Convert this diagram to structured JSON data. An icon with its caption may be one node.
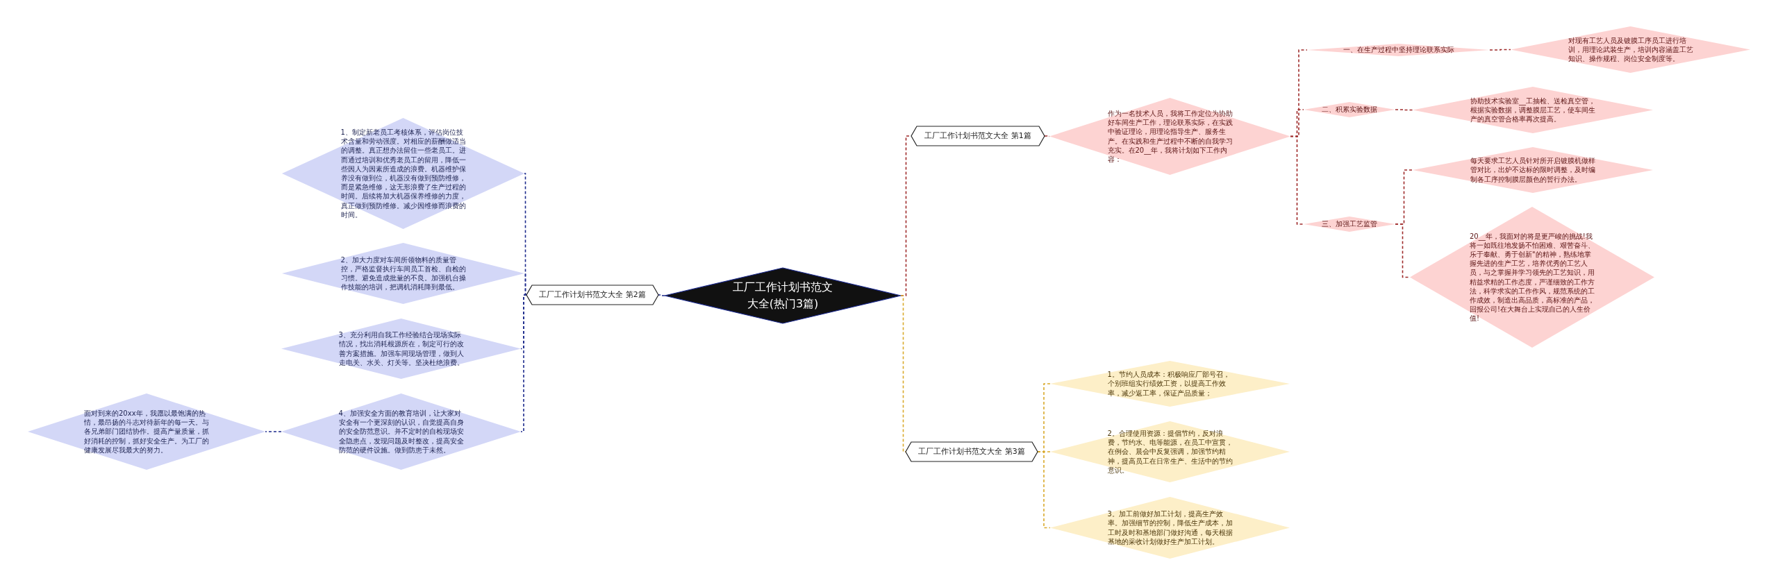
{
  "diagram": {
    "nodes": [
      {
        "text": [
          "工厂工作计划书范文大全(热门3篇)"
        ]
      },
      {
        "text": [
          "工厂工作计划书范文大全 第1篇"
        ]
      },
      {
        "text": [
          "作为一名技术人员，我将工作定位为协助好车间生产工作，理论联系实际，在实践中验证理论，用理论指导生产、服务生产。在实践和生产过程中不断的自我学习充实。在20__年，我将计划如下工作内容："
        ]
      },
      {
        "text": [
          "一、在生产过程中坚持理论联系实际"
        ]
      },
      {
        "text": [
          "对现有工艺人员及镀膜工序员工进行培训，用理论武装生产，培训内容涵盖工艺知识、操作规程、岗位安全制度等。"
        ]
      },
      {
        "text": [
          "二、积累实验数据"
        ]
      },
      {
        "text": [
          "协助技术实验室__工抽检、送检真空管，根据实验数据，调整膜层工艺，使车间生产的真空管合格率再次提高。"
        ]
      },
      {
        "text": [
          "三、加强工艺监管"
        ]
      },
      {
        "text": [
          "每天要求工艺人员针对所开启镀膜机做样管对比，出炉不达标的限时调整，及时编制各工序控制膜层颜色的暂行办法。"
        ]
      },
      {
        "text": [
          "20__年，我面对的将是更严峻的挑战!我将一如既往地发扬不怕困难、艰苦奋斗、乐于奉献、勇于创新\"的精神，熟练地掌握先进的生产工艺，培养优秀的工艺人员，与之掌握并学习领先的工艺知识，用精益求精的工作态度，严谨细致的工作方法，科学求实的工作作风，规范系统的工作成效，制造出高品质，高标准的产品，回报公司!在大舞台上实现自己的人生价值!"
        ]
      },
      {
        "text": [
          "工厂工作计划书范文大全 第2篇"
        ]
      },
      {
        "text": [
          "1、制定新老员工考核体系，评估岗位技术含量和劳动强度。对相应的薪酬做适当的调整。真正想办法留住一些老员工。进而通过培训和优秀老员工的留用，降低一些因人为因素所造成的浪费。机器维护保养没有做到位，机器没有做到预防维修，而是紧急维修，这无形浪费了生产过程的时间。后续将加大机器保养维修的力度，真正做到预防维修。减少因维修而浪费的时间。"
        ]
      },
      {
        "text": [
          "2、加大力度对车间所领物料的质量管控，严格监督执行车间员工首检、自检的习惯。避免造成批量的不良。加强机台操作技能的培训，把调机消耗降到最低。"
        ]
      },
      {
        "text": [
          "3、充分利用自我工作经验结合现场实际情况，找出消耗根源所在，制定可行的改善方案措施。加强车间现场管理，做到人走电关、水关、灯关等。坚决杜绝浪费。"
        ]
      },
      {
        "text": [
          "4、加强安全方面的教育培训，让大家对安全有一个更深刻的认识，自觉提高自身的安全防范意识。并不定时的自检现场安全隐患点，发现问题及时整改，提高安全防范的硬件设施。做到防患于未然。"
        ]
      },
      {
        "text": [
          "面对到来的20xx年，我愿以最饱满的热情，最昂扬的斗志对待新年的每一天。与各兄弟部门团结协作。提高产量质量，抓好消耗的控制，抓好安全生产。为工厂的健康发展尽我最大的努力。"
        ]
      },
      {
        "text": [
          "工厂工作计划书范文大全 第3篇"
        ]
      },
      {
        "text": [
          "1。节约人员成本：积极响应厂部号召，个别班组实行绩效工资，以提高工作效率，减少返工率，保证产品质量；"
        ]
      },
      {
        "text": [
          "2。合理使用资源：提倡节约，反对浪费，节约水、电等能源，在员工中宣贯，在例会、晨会中反复强调，加强节约精神，提高员工在日常生产、生活中的节约意识。"
        ]
      },
      {
        "text": [
          "3。加工前做好加工计划，提高生产效率。加强细节的控制，降低生产成本，加工时及时和基地部门做好沟通，每天根据基地的采收计划做好生产加工计划。"
        ]
      }
    ],
    "edges": [
      {
        "from": 0,
        "to": 1,
        "arrow": "none",
        "style": "dashed"
      },
      {
        "from": 1,
        "to": 2,
        "arrow": "none",
        "style": "dashed"
      },
      {
        "from": 2,
        "to": 3,
        "arrow": "none",
        "style": "dashed"
      },
      {
        "from": 3,
        "to": 4,
        "arrow": "none",
        "style": "dashed"
      },
      {
        "from": 2,
        "to": 5,
        "arrow": "none",
        "style": "dashed"
      },
      {
        "from": 5,
        "to": 6,
        "arrow": "none",
        "style": "dashed"
      },
      {
        "from": 2,
        "to": 7,
        "arrow": "none",
        "style": "dashed"
      },
      {
        "from": 7,
        "to": 8,
        "arrow": "none",
        "style": "dashed"
      },
      {
        "from": 7,
        "to": 9,
        "arrow": "none",
        "style": "dashed"
      },
      {
        "from": 0,
        "to": 10,
        "arrow": "none",
        "style": "dashed",
        "color": "#1c2a8c"
      },
      {
        "from": 10,
        "to": 11,
        "arrow": "none",
        "style": "dashed",
        "color": "#1c2a8c"
      },
      {
        "from": 10,
        "to": 12,
        "arrow": "none",
        "style": "dashed",
        "color": "#1c2a8c"
      },
      {
        "from": 10,
        "to": 13,
        "arrow": "none",
        "style": "dashed",
        "color": "#1c2a8c"
      },
      {
        "from": 10,
        "to": 14,
        "arrow": "none",
        "style": "dashed",
        "color": "#1c2a8c"
      },
      {
        "from": 14,
        "to": 15,
        "arrow": "none",
        "style": "dashed",
        "color": "#1c2a8c"
      },
      {
        "from": 0,
        "to": 16,
        "arrow": "none",
        "style": "dashed",
        "color": "#d9a92a"
      },
      {
        "from": 16,
        "to": 17,
        "arrow": "none",
        "style": "dashed",
        "color": "#d9a92a"
      },
      {
        "from": 16,
        "to": 18,
        "arrow": "none",
        "style": "dashed",
        "color": "#d9a92a"
      },
      {
        "from": 16,
        "to": 19,
        "arrow": "none",
        "style": "dashed",
        "color": "#d9a92a"
      }
    ]
  }
}
